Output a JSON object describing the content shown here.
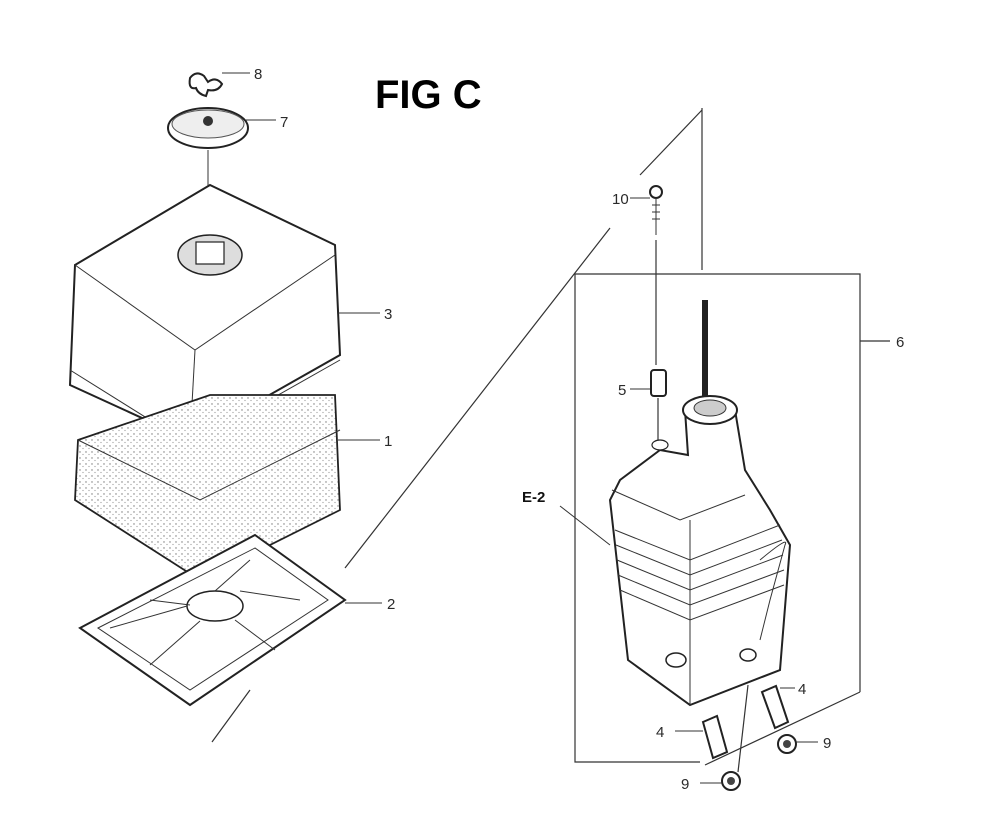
{
  "title": "FIG C",
  "callouts": {
    "c1": "1",
    "c2": "2",
    "c3": "3",
    "c4a": "4",
    "c4b": "4",
    "c5": "5",
    "c6": "6",
    "c7": "7",
    "c8": "8",
    "c9a": "9",
    "c9b": "9",
    "c10": "10"
  },
  "ref_mark": "E-2"
}
